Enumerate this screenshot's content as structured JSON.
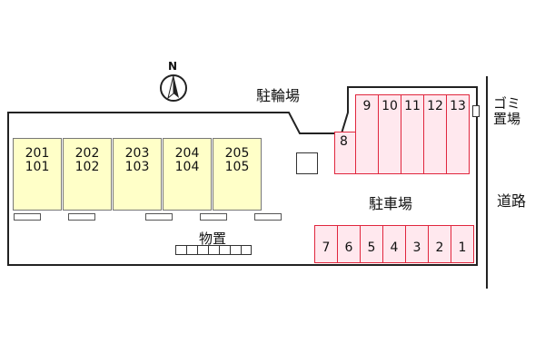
{
  "compass": {
    "letter": "N"
  },
  "labels": {
    "bicycle_parking": "駐輪場",
    "parking": "駐車場",
    "storage": "物置",
    "road": "道路",
    "garbage_line1": "ゴミ",
    "garbage_line2": "置場"
  },
  "units": [
    {
      "upper": "201",
      "lower": "101"
    },
    {
      "upper": "202",
      "lower": "102"
    },
    {
      "upper": "203",
      "lower": "103"
    },
    {
      "upper": "204",
      "lower": "104"
    },
    {
      "upper": "205",
      "lower": "105"
    }
  ],
  "parking_lower": [
    "7",
    "6",
    "5",
    "4",
    "3",
    "2",
    "1"
  ],
  "parking_upper": [
    "9",
    "10",
    "11",
    "12",
    "13"
  ],
  "parking_side": "8",
  "colors": {
    "unit_fill": "#ffffc8",
    "space_fill": "#ffe8ee",
    "space_border": "#e0263d"
  }
}
